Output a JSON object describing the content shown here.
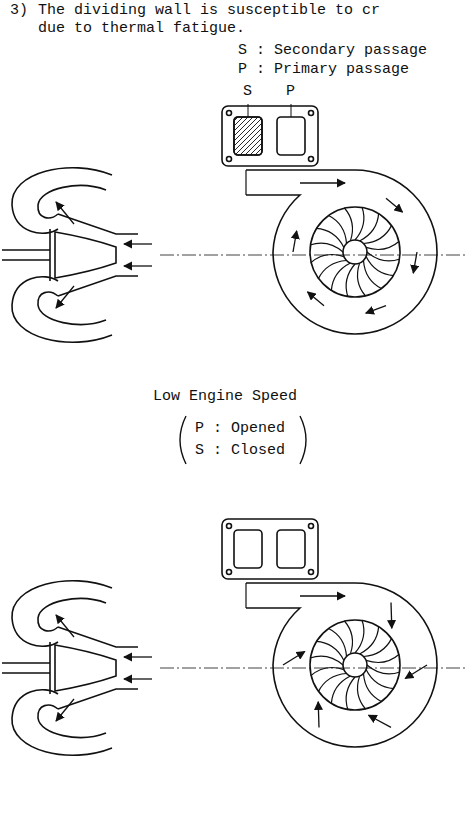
{
  "diagram": {
    "labels": [
      "3)",
      "The dividing wall is susceptible to cr due to thermal fatigue.",
      "S : Secondary passage",
      "P : Primary passage",
      "S",
      "P",
      "Low Engine Speed",
      "P : Opened",
      "S : Closed"
    ]
  }
}
